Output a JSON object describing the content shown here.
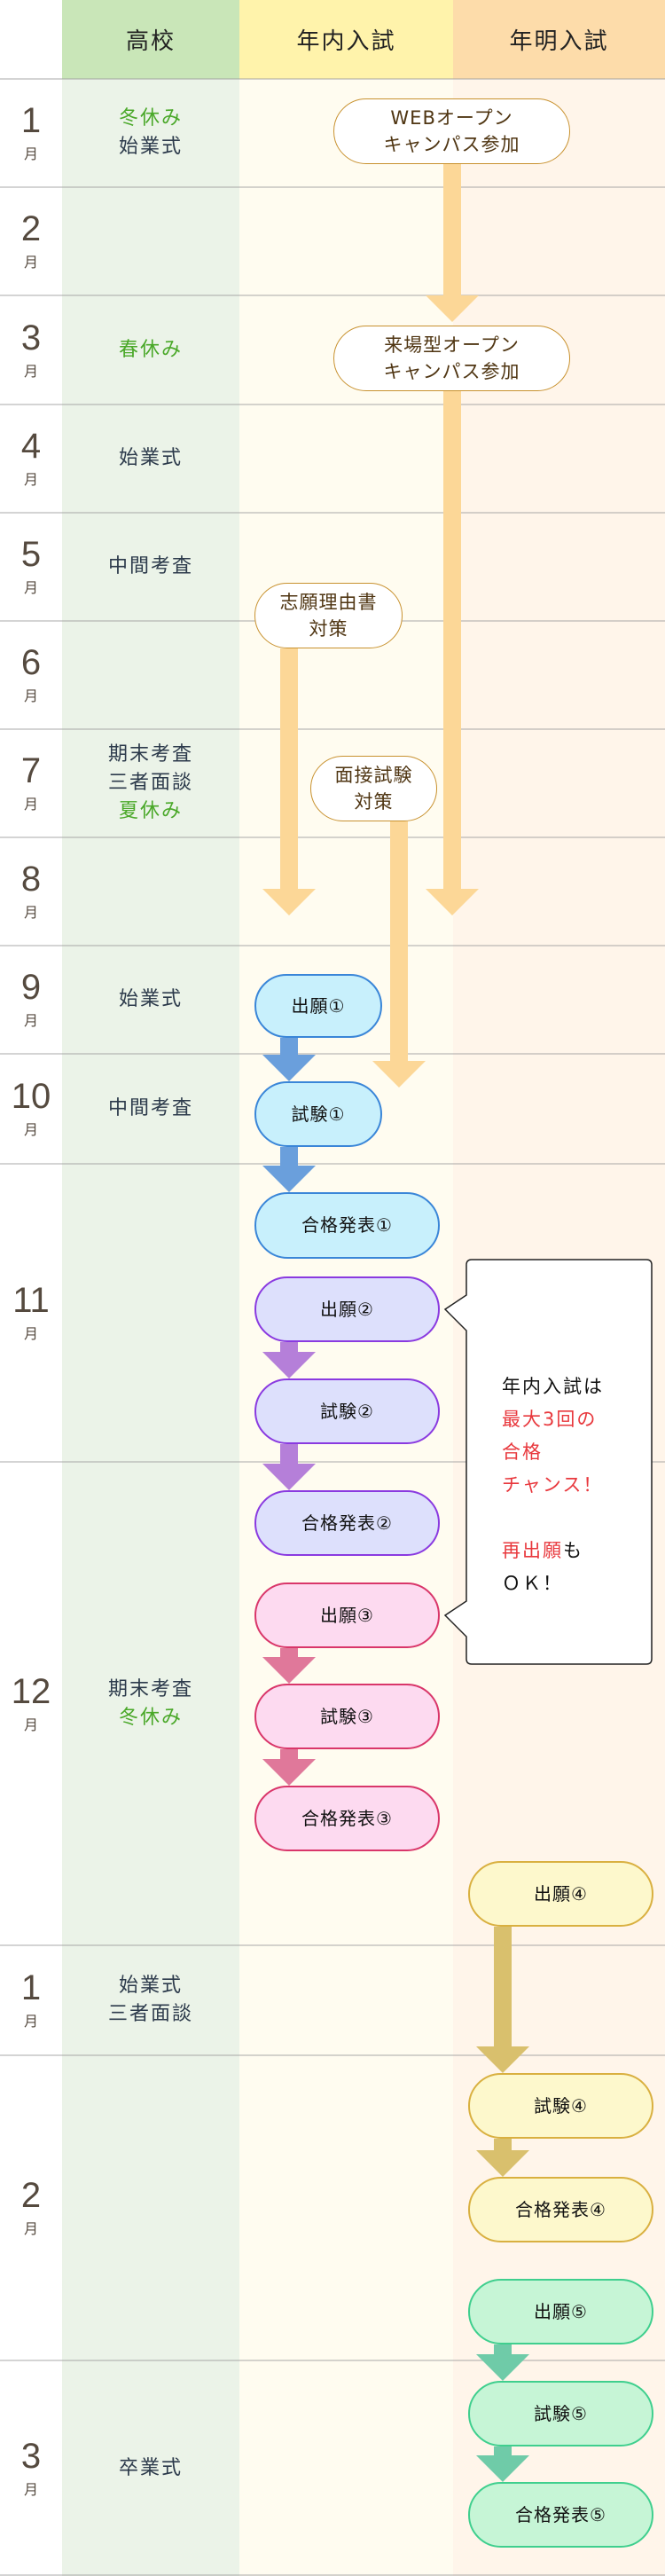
{
  "header": {
    "school": "高校",
    "nennai": "年内入試",
    "nenmei": "年明入試"
  },
  "colors": {
    "school_bg": "#ebf3e8",
    "nennai_bg": "#fffcf0",
    "nenmei_bg": "#fff5ea",
    "school_header": "#c9e6b8",
    "nennai_header": "#fff3ab",
    "nenmei_header": "#fddcaa",
    "highlight": "#4aa829",
    "red": "#e8383d"
  },
  "months": [
    {
      "num": "1",
      "unit": "月",
      "school": [
        {
          "text": "冬休み",
          "hl": true
        },
        {
          "text": "始業式",
          "hl": false
        }
      ]
    },
    {
      "num": "2",
      "unit": "月",
      "school": []
    },
    {
      "num": "3",
      "unit": "月",
      "school": [
        {
          "text": "春休み",
          "hl": true
        }
      ]
    },
    {
      "num": "4",
      "unit": "月",
      "school": [
        {
          "text": "始業式",
          "hl": false
        }
      ]
    },
    {
      "num": "5",
      "unit": "月",
      "school": [
        {
          "text": "中間考査",
          "hl": false
        }
      ]
    },
    {
      "num": "6",
      "unit": "月",
      "school": []
    },
    {
      "num": "7",
      "unit": "月",
      "school": [
        {
          "text": "期末考査",
          "hl": false
        },
        {
          "text": "三者面談",
          "hl": false
        },
        {
          "text": "夏休み",
          "hl": true
        }
      ]
    },
    {
      "num": "8",
      "unit": "月",
      "school": []
    },
    {
      "num": "9",
      "unit": "月",
      "school": [
        {
          "text": "始業式",
          "hl": false
        }
      ]
    },
    {
      "num": "10",
      "unit": "月",
      "school": [
        {
          "text": "中間考査",
          "hl": false
        }
      ]
    },
    {
      "num": "11",
      "unit": "月",
      "school": []
    },
    {
      "num": "12",
      "unit": "月",
      "school": [
        {
          "text": "期末考査",
          "hl": false
        },
        {
          "text": "冬休み",
          "hl": true
        }
      ]
    },
    {
      "num": "1",
      "unit": "月",
      "school": [
        {
          "text": "始業式",
          "hl": false
        },
        {
          "text": "三者面談",
          "hl": false
        }
      ]
    },
    {
      "num": "2",
      "unit": "月",
      "school": []
    },
    {
      "num": "3",
      "unit": "月",
      "school": [
        {
          "text": "卒業式",
          "hl": false
        }
      ]
    }
  ],
  "events": [
    {
      "lines": [
        "WEBオープン",
        "キャンパス参加"
      ],
      "style": "tan"
    },
    {
      "lines": [
        "来場型オープン",
        "キャンパス参加"
      ],
      "style": "tan"
    },
    {
      "lines": [
        "志願理由書",
        "対策"
      ],
      "style": "tan"
    },
    {
      "lines": [
        "面接試験",
        "対策"
      ],
      "style": "tan"
    },
    {
      "lines": [
        "出願①"
      ],
      "style": "blue"
    },
    {
      "lines": [
        "試験①"
      ],
      "style": "blue"
    },
    {
      "lines": [
        "合格発表①"
      ],
      "style": "blue"
    },
    {
      "lines": [
        "出願②"
      ],
      "style": "purple"
    },
    {
      "lines": [
        "試験②"
      ],
      "style": "purple"
    },
    {
      "lines": [
        "合格発表②"
      ],
      "style": "purple"
    },
    {
      "lines": [
        "出願③"
      ],
      "style": "pink"
    },
    {
      "lines": [
        "試験③"
      ],
      "style": "pink"
    },
    {
      "lines": [
        "合格発表③"
      ],
      "style": "pink"
    },
    {
      "lines": [
        "出願④"
      ],
      "style": "yellow"
    },
    {
      "lines": [
        "試験④"
      ],
      "style": "yellow"
    },
    {
      "lines": [
        "合格発表④"
      ],
      "style": "yellow"
    },
    {
      "lines": [
        "出願⑤"
      ],
      "style": "green"
    },
    {
      "lines": [
        "試験⑤"
      ],
      "style": "green"
    },
    {
      "lines": [
        "合格発表⑤"
      ],
      "style": "green"
    }
  ],
  "callout": {
    "line1": "年内入試は",
    "line2": "最大3回の",
    "line3": "合格",
    "line4": "チャンス！",
    "line5_red": "再出願",
    "line5_black": "も",
    "line6": "ＯＫ！"
  }
}
